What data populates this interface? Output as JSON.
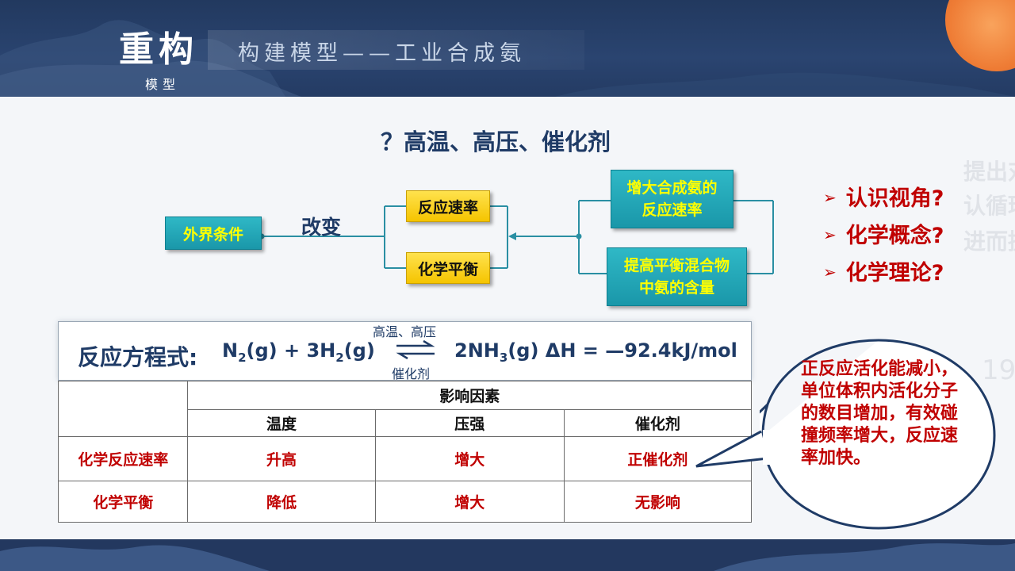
{
  "header": {
    "title": "重构",
    "subtitle": "模型",
    "banner": "构建模型——工业合成氨"
  },
  "question": "？高温、高压、催化剂",
  "diagram": {
    "source": "外界条件",
    "verb": "改变",
    "targets": [
      "反应速率",
      "化学平衡"
    ],
    "goals": [
      "增大合成氨的\n反应速率",
      "提高平衡混合物\n中氨的含量"
    ]
  },
  "questions": [
    "认识视角?",
    "化学概念?",
    "化学理论?"
  ],
  "equation": {
    "label": "反应方程式:",
    "left_n2": "N",
    "left_n2_sub": "2",
    "left_n2_state": "(g) + 3H",
    "left_h2_sub": "2",
    "left_h2_state": "(g)",
    "cond_top": "高温、高压",
    "cond_bottom": "催化剂",
    "right_a": "2NH",
    "right_sub": "3",
    "right_b": "(g) ΔH = —92.4kJ/mol"
  },
  "table": {
    "group_header": "影响因素",
    "columns": [
      "温度",
      "压强",
      "催化剂"
    ],
    "rows": [
      {
        "label": "化学反应速率",
        "values": [
          "升高",
          "增大",
          "正催化剂"
        ]
      },
      {
        "label": "化学平衡",
        "values": [
          "降低",
          "增大",
          "无影响"
        ]
      }
    ]
  },
  "callout": "正反应活化能减小，单位体积内活化分子的数目增加，有效碰撞频率增大，反应速率加快。",
  "colors": {
    "navy": "#1f3b66",
    "teal": "#1fa5b6",
    "yellow": "#f5c400",
    "red": "#c00000"
  }
}
